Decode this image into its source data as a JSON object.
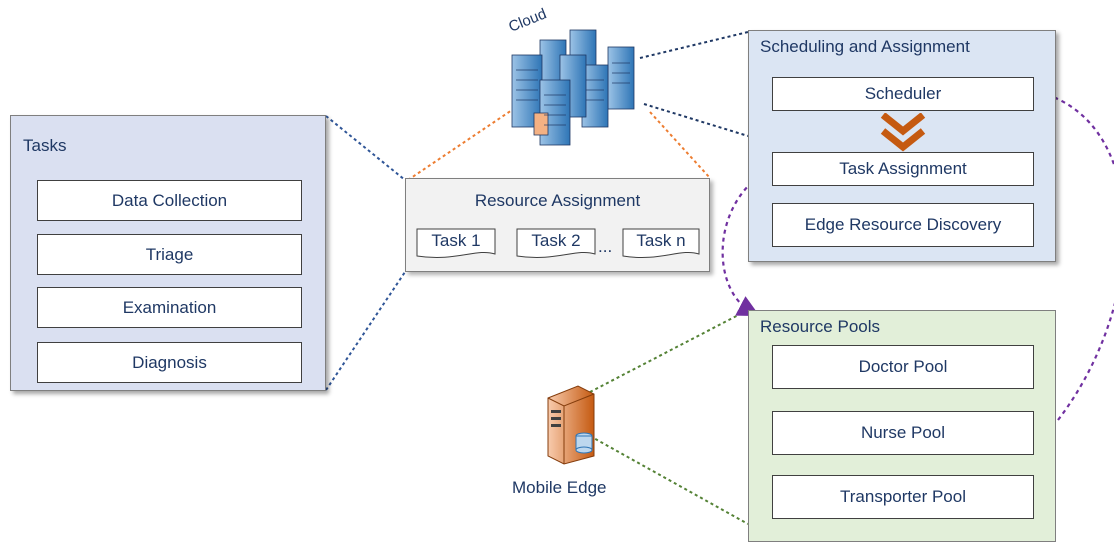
{
  "tasks": {
    "title": "Tasks",
    "items": [
      "Data Collection",
      "Triage",
      "Examination",
      "Diagnosis"
    ]
  },
  "resource_assignment": {
    "title": "Resource Assignment",
    "tasks": [
      "Task 1",
      "Task 2",
      "Task n"
    ],
    "ellipsis": "..."
  },
  "cloud": {
    "label": "Cloud"
  },
  "mobile_edge": {
    "label": "Mobile Edge"
  },
  "scheduling": {
    "title": "Scheduling and Assignment",
    "items": [
      "Scheduler",
      "Task Assignment",
      "Edge Resource Discovery"
    ]
  },
  "resource_pools": {
    "title": "Resource Pools",
    "items": [
      "Doctor Pool",
      "Nurse Pool",
      "Transporter Pool"
    ]
  },
  "colors": {
    "tasks_fill": "#dae0f1",
    "scheduling_fill": "#dbe5f3",
    "pools_fill": "#e2efd9",
    "resource_fill": "#f2f2f2",
    "text": "#1f3864",
    "blue_dotted": "#1f3864",
    "orange_dotted": "#ed7d31",
    "green_dotted": "#548235",
    "purple_arrow": "#7030a0",
    "chevron": "#c55a11"
  }
}
